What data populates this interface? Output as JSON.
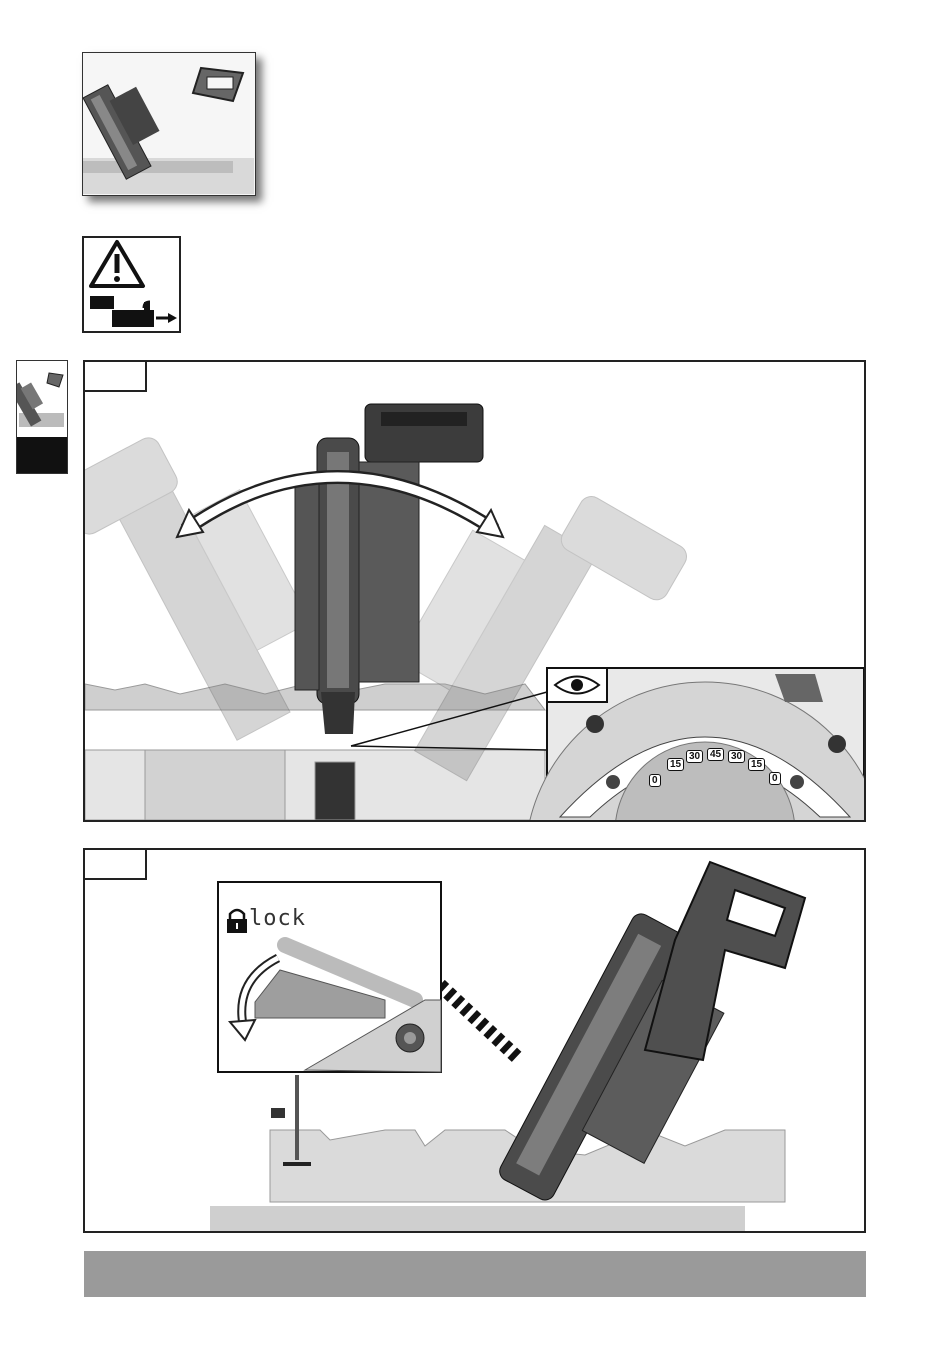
{
  "page": {
    "background": "#ffffff",
    "footer_bar_color": "#9a9a9a"
  },
  "top_thumbnail": {
    "icon": "miter-saw-bevel-thumbnail"
  },
  "warning_box": {
    "icons": [
      "warning-triangle-icon",
      "unplug-power-icon",
      "arrow-right-icon"
    ]
  },
  "side_tab": {
    "icon": "miter-saw-bevel-tab-icon",
    "accent": "#111111"
  },
  "figure1": {
    "inset": {
      "icon": "eye-icon",
      "scale_labels": [
        "0",
        "15",
        "30",
        "45",
        "30",
        "15",
        "0"
      ]
    }
  },
  "figure2": {
    "inset": {
      "lock_label": "lock",
      "icons": [
        "lock-icon",
        "rotate-arrow-icon"
      ]
    }
  }
}
